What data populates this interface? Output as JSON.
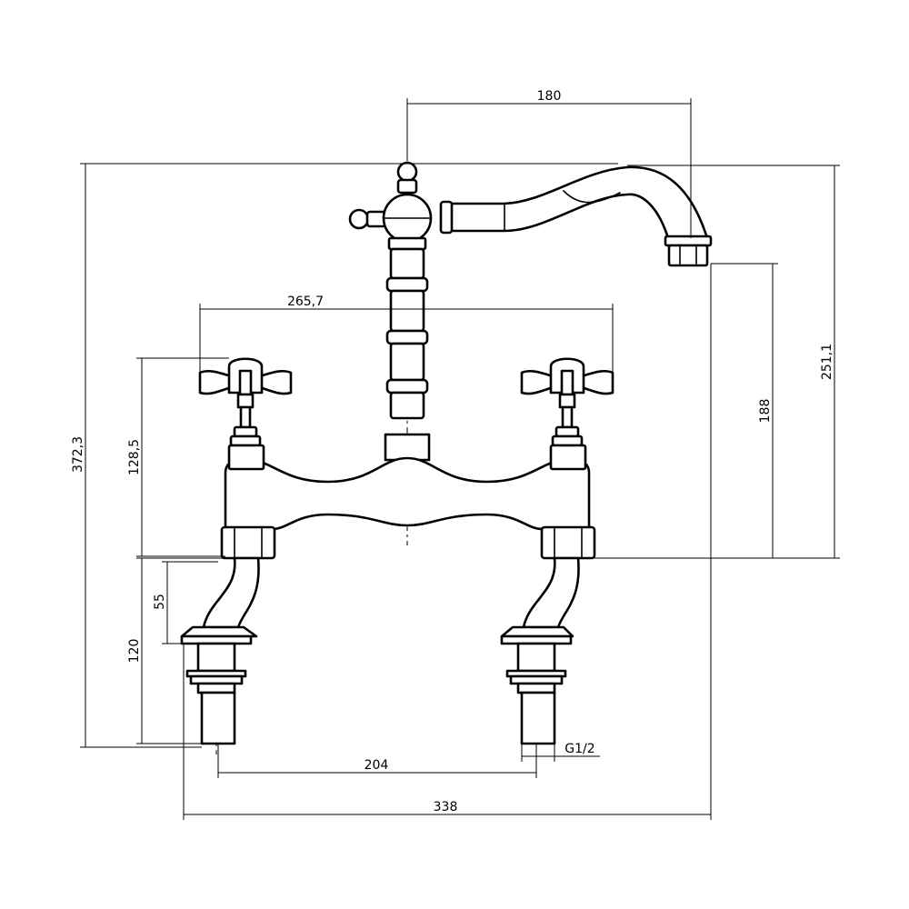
{
  "dimensions": {
    "spout_reach": "180",
    "tap_centers_top": "265,7",
    "overall_height": "372,3",
    "handle_height": "128,5",
    "spout_outlet_height": "188",
    "spout_top_height": "251,1",
    "inlet_offset": "55",
    "shank_length": "120",
    "inlet_centers": "204",
    "thread": "G1/2",
    "overall_width": "338"
  }
}
